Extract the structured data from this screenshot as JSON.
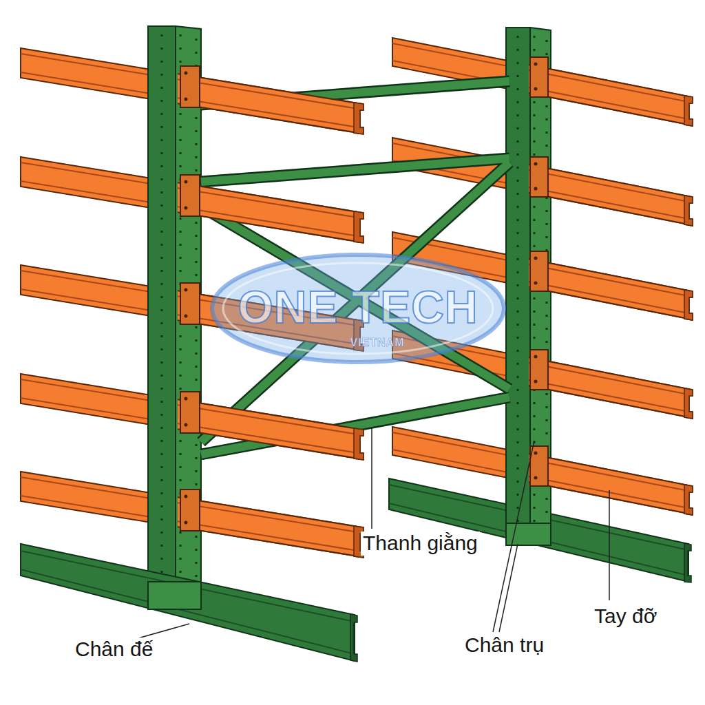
{
  "diagram": {
    "labels": [
      "ONE TECH",
      "VIETNAM",
      "Thanh giằng",
      "Tay đỡ",
      "Chân trụ",
      "Chân đế"
    ]
  }
}
